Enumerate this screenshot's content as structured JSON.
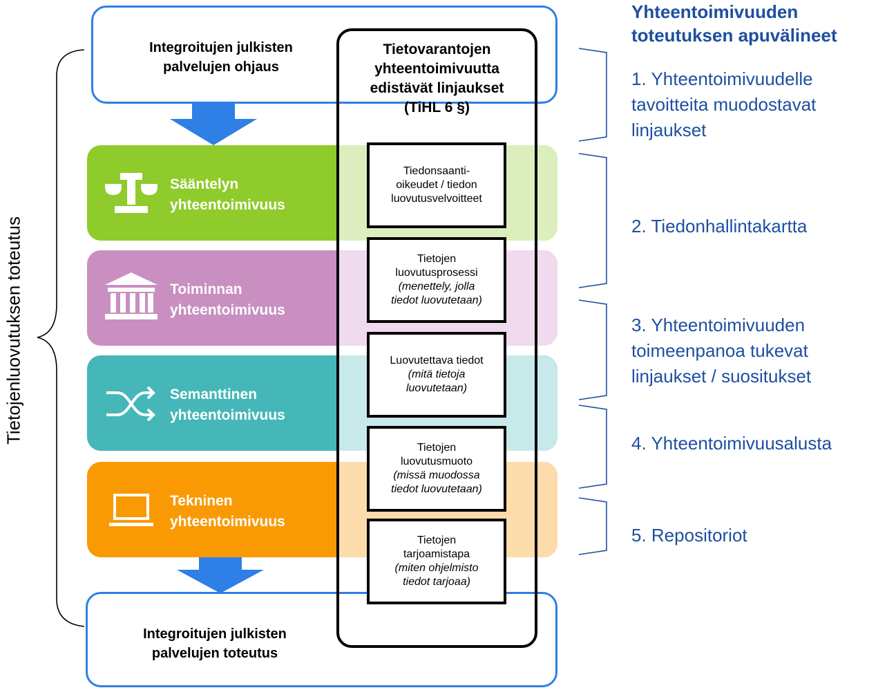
{
  "top_box": {
    "text": "Integroitujen julkisten\npalvelujen ohjaus"
  },
  "bottom_box": {
    "text": "Integroitujen julkisten\npalvelujen toteutus"
  },
  "layers": [
    {
      "label": "Sääntelyn\nyhteentoimivuus",
      "icon": "scales-icon",
      "color": "#8fcb2a",
      "tint": "#ddeebe"
    },
    {
      "label": "Toiminnan\nyhteentoimivuus",
      "icon": "institution-building-icon",
      "color": "#c98fc0",
      "tint": "#f0dbee"
    },
    {
      "label": "Semanttinen\nyhteentoimivuus",
      "icon": "shuffle-arrows-icon",
      "color": "#45b7b8",
      "tint": "#c7e9ea"
    },
    {
      "label": "Tekninen\nyhteentoimivuus",
      "icon": "laptop-icon",
      "color": "#f99a05",
      "tint": "#fddcab"
    }
  ],
  "center": {
    "title": "Tietovarantojen\nyhteentoimivuutta\nedistävät linjaukset\n(TiHL 6 §)",
    "boxes": [
      {
        "text": "Tiedonsaanti-\noikeudet / tiedon\nluovutusvelvoitteet",
        "italic": ""
      },
      {
        "text": "Tietojen\nluovutusprosessi",
        "italic": "(menettely, jolla\ntiedot luovutetaan)"
      },
      {
        "text": "Luovutettava tiedot",
        "italic": "(mitä tietoja\nluovutetaan)"
      },
      {
        "text": "Tietojen\nluovutusmuoto",
        "italic": "(missä muodossa\ntiedot luovutetaan)"
      },
      {
        "text": "Tietojen\ntarjoamistapa",
        "italic": "(miten ohjelmisto\ntiedot tarjoaa)"
      }
    ]
  },
  "left_label": "Tietojenluovutuksen toteutus",
  "right": {
    "title": "Yhteentoimivuuden\ntoteutuksen apuvälineet",
    "items": [
      "1. Yhteentoimivuudelle\ntavoitteita muodostavat\nlinjaukset",
      "2. Tiedonhallintakartta",
      "3. Yhteentoimivuuden\ntoimeenpanoa tukevat\nlinjaukset / suositukset",
      "4. Yhteentoimivuusalusta",
      "5. Repositoriot"
    ]
  },
  "colors": {
    "box_border": "#2e7fe6",
    "arrow": "#2e7fe6",
    "right_text": "#1d4fa0"
  }
}
